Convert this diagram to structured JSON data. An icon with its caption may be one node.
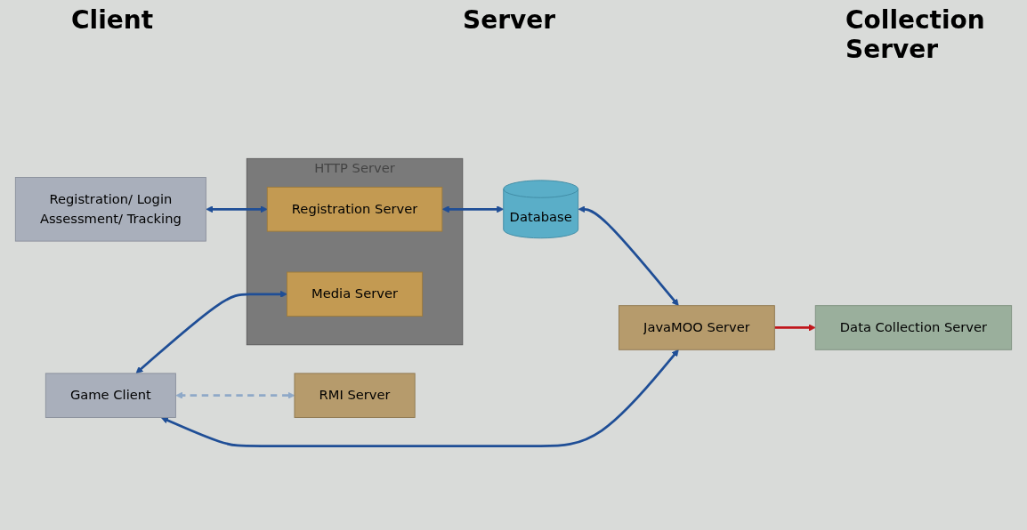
{
  "diagram": {
    "nodes": [
      {
        "text": [
          "Registration/ Login",
          "Assessment/ Tracking"
        ]
      },
      {
        "text": [
          "Game Client"
        ]
      },
      {
        "text": [
          "HTTP Server"
        ]
      },
      {
        "text": [
          "Registration Server"
        ],
        "in": 2
      },
      {
        "text": [
          "Media Server"
        ],
        "in": 2
      },
      {
        "text": [
          "RMI Server"
        ]
      },
      {
        "text": [
          "JavaMOO Server"
        ]
      },
      {
        "text": [
          "Database"
        ]
      },
      {
        "text": [
          "Data Collection Server"
        ]
      }
    ],
    "edges": [
      {
        "from": 0,
        "to": 3,
        "arrow": "both"
      },
      {
        "from": 1,
        "to": 4,
        "arrow": "both"
      },
      {
        "from": 1,
        "to": 5,
        "arrow": "both",
        "style": "dashed",
        "color": "#8fa9c8"
      },
      {
        "from": 1,
        "to": 6,
        "arrow": "both"
      },
      {
        "from": 3,
        "to": 7,
        "arrow": "both"
      },
      {
        "from": 7,
        "to": 6,
        "arrow": "both"
      },
      {
        "from": 6,
        "to": 8,
        "arrow": "to",
        "color": "#c0161b"
      }
    ],
    "labels": [
      "Client",
      "Server",
      "Collection Server"
    ]
  }
}
